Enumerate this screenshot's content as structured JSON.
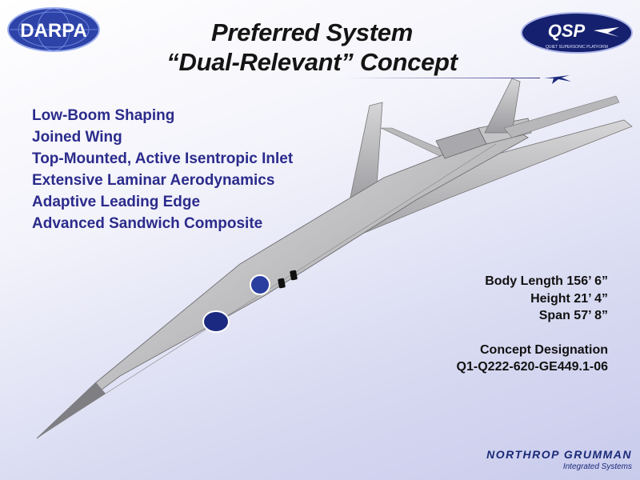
{
  "slide": {
    "title_line1": "Preferred System",
    "title_line2": "“Dual-Relevant” Concept",
    "features": [
      "Low-Boom Shaping",
      "Joined Wing",
      "Top-Mounted, Active Isentropic Inlet",
      "Extensive Laminar Aerodynamics",
      "Adaptive Leading Edge",
      "Advanced Sandwich Composite"
    ],
    "specs": {
      "body_length": "Body Length 156’ 6”",
      "height": "Height 21’ 4”",
      "span": "Span 57’ 8”",
      "designation_label": "Concept Designation",
      "designation_value": "Q1-Q222-620-GE449.1-06"
    }
  },
  "logos": {
    "darpa": "DARPA",
    "qsp": "QSP",
    "qsp_subtitle": "QUIET SUPERSONIC PLATFORM",
    "northrop": "NORTHROP GRUMMAN",
    "northrop_sub": "Integrated Systems"
  },
  "colors": {
    "feature_text": "#2b2b8c",
    "spec_text": "#111111",
    "brand_blue": "#1a2a78",
    "background": "#d9dbf2"
  }
}
